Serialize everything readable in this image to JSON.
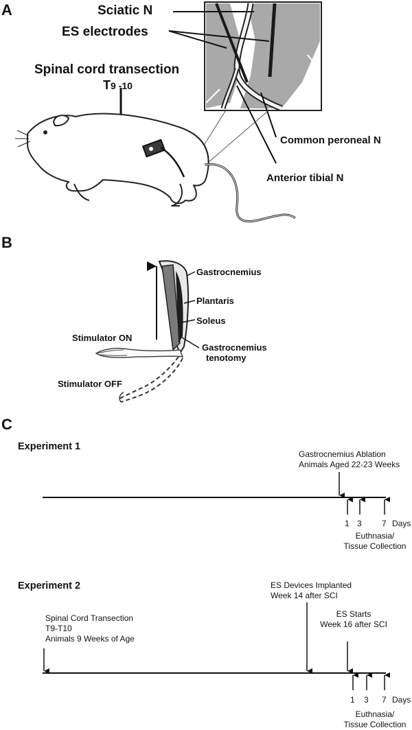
{
  "panels": {
    "a": {
      "letter": "A",
      "sciatic": "Sciatic N",
      "es_electrodes": "ES electrodes",
      "transection": "Spinal cord transection",
      "level_prefix": "T",
      "level_sub": "9 -10",
      "common_peroneal": "Common peroneal N",
      "anterior_tibial": "Anterior tibial N"
    },
    "b": {
      "letter": "B",
      "gastrocnemius": "Gastrocnemius",
      "plantaris": "Plantaris",
      "soleus": "Soleus",
      "tenotomy_1": "Gastrocnemius",
      "tenotomy_2": "tenotomy",
      "stim_on": "Stimulator ON",
      "stim_off": "Stimulator OFF"
    },
    "c": {
      "letter": "C",
      "exp1": {
        "title": "Experiment 1",
        "ablation_1": "Gastrocnemius Ablation",
        "ablation_2": "Animals Aged 22-23 Weeks",
        "tick_1": "1",
        "tick_3": "3",
        "tick_7": "7",
        "days": "Days",
        "euth_1": "Euthnasia/",
        "euth_2": "Tissue Collection"
      },
      "exp2": {
        "title": "Experiment 2",
        "trans_1": "Spinal Cord Transection",
        "trans_2": "T9-T10",
        "trans_3": "Animals 9 Weeks of Age",
        "impl_1": "ES Devices Implanted",
        "impl_2": "Week 14 after SCI",
        "es_1": "ES Starts",
        "es_2": "Week 16 after SCI",
        "tick_1": "1",
        "tick_3": "3",
        "tick_7": "7",
        "days": "Days",
        "euth_1": "Euthnasia/",
        "euth_2": "Tissue Collection"
      }
    }
  }
}
